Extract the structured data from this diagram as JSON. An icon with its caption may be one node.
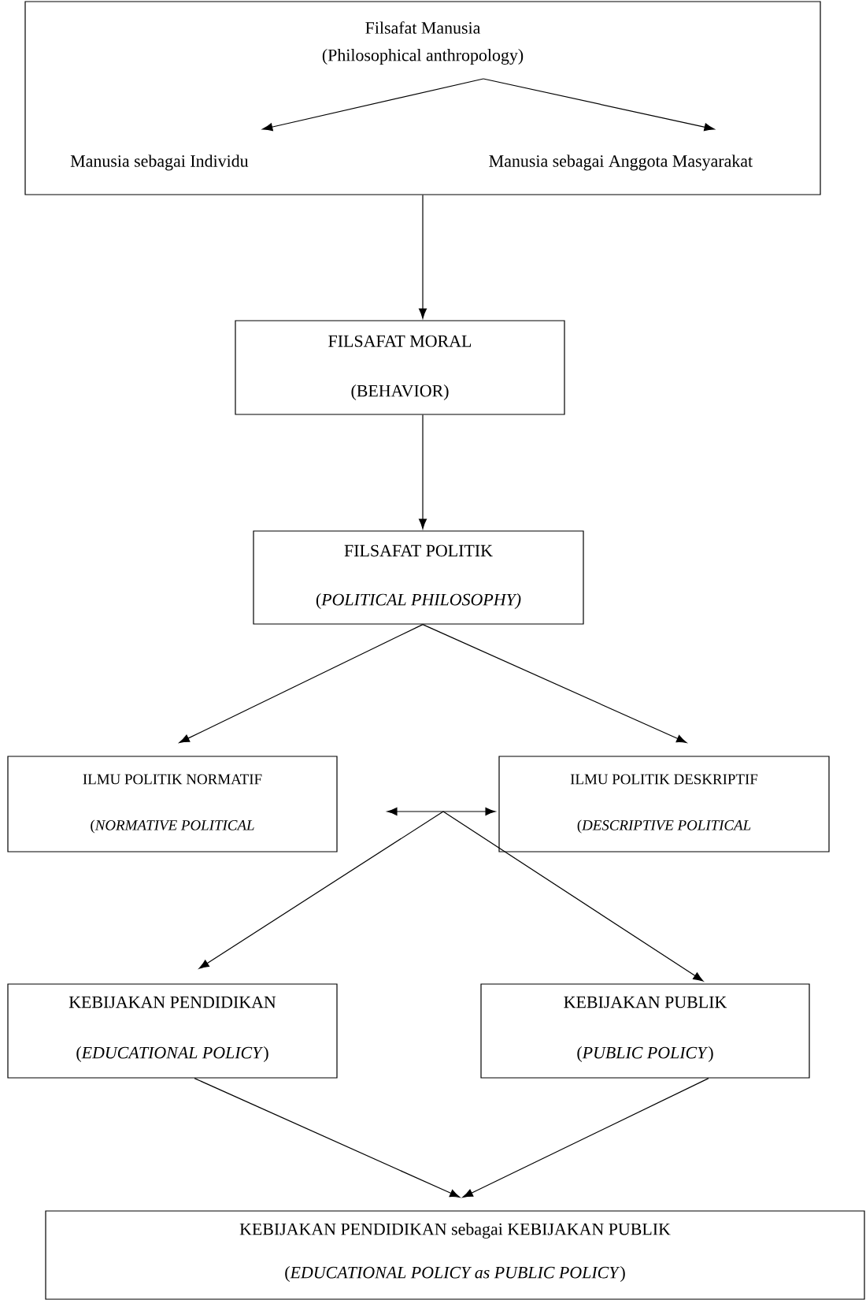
{
  "diagram": {
    "nodes": [
      {
        "text": [
          "Filsafat Manusia",
          "(Philosophical anthropology)"
        ]
      },
      {
        "text": [
          "Manusia sebagai Individu"
        ],
        "in": 0
      },
      {
        "text": [
          "Manusia sebagai Anggota Masyarakat"
        ],
        "in": 0
      },
      {
        "text": [
          "FILSAFAT MORAL",
          "(BEHAVIOR)"
        ]
      },
      {
        "text": [
          "FILSAFAT POLITIK",
          "(*POLITICAL PHILOSOPHY)*"
        ]
      },
      {
        "text": [
          "ILMU POLITIK NORMATIF",
          "(*NORMATIVE POLITICAL*"
        ]
      },
      {
        "text": [
          "ILMU POLITIK DESKRIPTIF",
          "(*DESCRIPTIVE POLITICAL*"
        ]
      },
      {
        "text": [
          "KEBIJAKAN PENDIDIKAN",
          "(*EDUCATIONAL POLICY*)"
        ]
      },
      {
        "text": [
          "KEBIJAKAN PUBLIK",
          "(*PUBLIC POLICY*)"
        ]
      },
      {
        "text": [
          "KEBIJAKAN PENDIDIKAN sebagai KEBIJAKAN PUBLIK",
          "(*EDUCATIONAL POLICY as PUBLIC POLICY*)"
        ]
      }
    ],
    "edges": [
      {
        "from": null,
        "to": 1,
        "arrow": "to"
      },
      {
        "from": null,
        "to": 2,
        "arrow": "to"
      },
      {
        "from": 0,
        "to": 3,
        "arrow": "to"
      },
      {
        "from": 3,
        "to": 4,
        "arrow": "to"
      },
      {
        "from": 4,
        "to": 5,
        "arrow": "to"
      },
      {
        "from": 4,
        "to": 6,
        "arrow": "to"
      },
      {
        "from": 5,
        "to": 6,
        "arrow": "both"
      },
      {
        "from": null,
        "to": 7,
        "arrow": "to"
      },
      {
        "from": null,
        "to": 8,
        "arrow": "to"
      },
      {
        "from": 7,
        "to": 9,
        "arrow": "to"
      },
      {
        "from": 8,
        "to": 9,
        "arrow": "to"
      }
    ]
  }
}
